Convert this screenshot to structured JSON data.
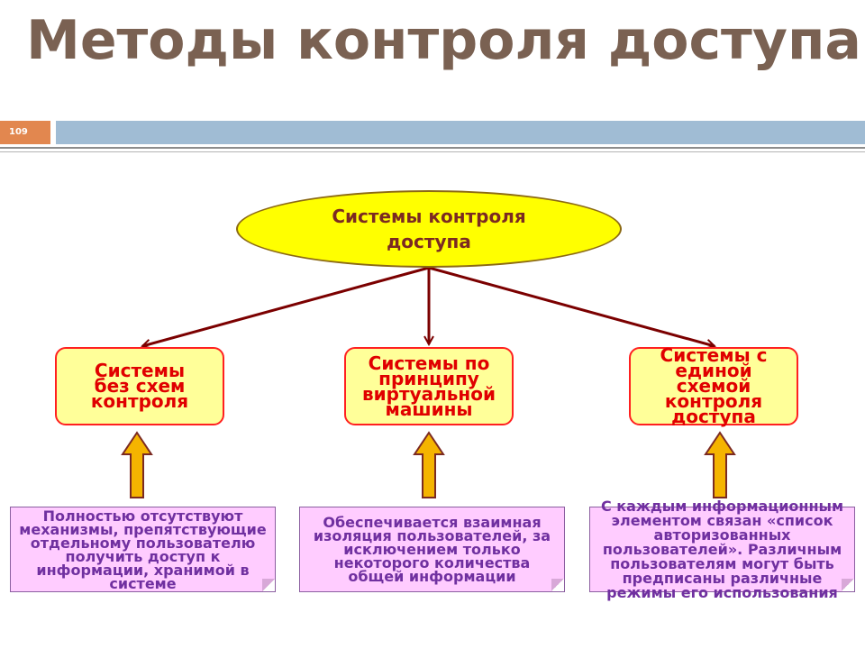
{
  "slide": {
    "title": "Методы контроля доступа",
    "number": "109"
  },
  "diagram": {
    "root": "Системы контроля доступа",
    "categories": [
      {
        "label": "Системы без схем контроля",
        "description": "Полностью отсутствуют механизмы, препятствующие отдельному пользователю получить доступ к информации, хранимой в системе"
      },
      {
        "label": "Системы по принципу виртуальной машины",
        "description": "Обеспечивается взаимная изоляция пользователей, за исключением только некоторого количества общей информации"
      },
      {
        "label": "Системы с единой схемой контроля доступа",
        "description": "С каждым информационным элементом связан «список авторизованных пользователей». Различным пользователям могут быть предписаны различные режимы его использования"
      }
    ]
  },
  "colors": {
    "title": "#7a6152",
    "root_fill": "#ffff00",
    "box_fill": "#ffff99",
    "box_text": "#e00000",
    "note_fill": "#ffccff",
    "note_text": "#7030a0",
    "connector": "#7b0000",
    "arrow_fill": "#f5b400"
  }
}
